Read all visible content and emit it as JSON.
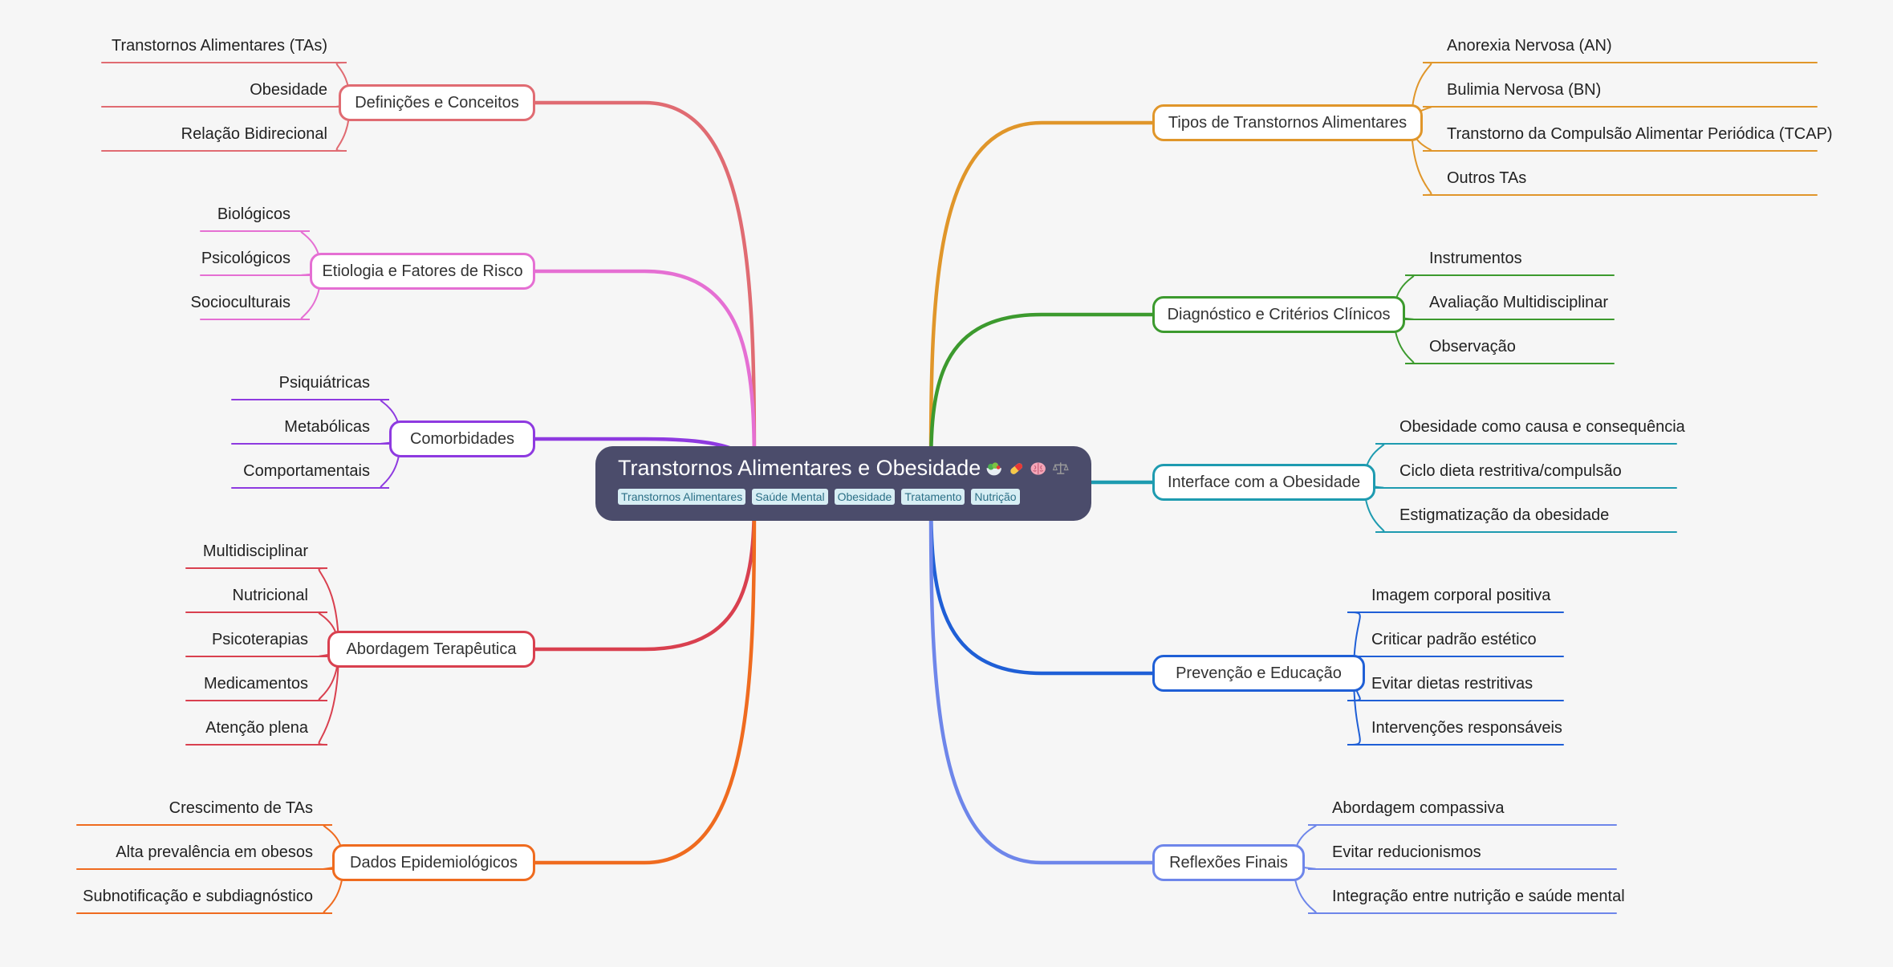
{
  "root": {
    "title": "Transtornos Alimentares e Obesidade",
    "emoji_icons": [
      "salad-icon",
      "pill-icon",
      "brain-icon",
      "scale-icon"
    ],
    "tags": [
      "Transtornos Alimentares",
      "Saúde Mental",
      "Obesidade",
      "Tratamento",
      "Nutrição"
    ]
  },
  "branches": [
    {
      "id": "definicoes",
      "side": "left",
      "color": "#e06b72",
      "label": "Definições e Conceitos",
      "children": [
        "Transtornos Alimentares (TAs)",
        "Obesidade",
        "Relação Bidirecional"
      ]
    },
    {
      "id": "etiologia",
      "side": "left",
      "color": "#e56fd3",
      "label": "Etiologia e Fatores de Risco",
      "children": [
        "Biológicos",
        "Psicológicos",
        "Socioculturais"
      ]
    },
    {
      "id": "comorbidades",
      "side": "left",
      "color": "#8e3ae0",
      "label": "Comorbidades",
      "children": [
        "Psiquiátricas",
        "Metabólicas",
        "Comportamentais"
      ]
    },
    {
      "id": "abordagem",
      "side": "left",
      "color": "#d9404f",
      "label": "Abordagem Terapêutica",
      "children": [
        "Multidisciplinar",
        "Nutricional",
        "Psicoterapias",
        "Medicamentos",
        "Atenção plena"
      ]
    },
    {
      "id": "dados",
      "side": "left",
      "color": "#ef6b1f",
      "label": "Dados Epidemiológicos",
      "children": [
        "Crescimento de TAs",
        "Alta prevalência em obesos",
        "Subnotificação e subdiagnóstico"
      ]
    },
    {
      "id": "tipos",
      "side": "right",
      "color": "#e0962a",
      "label": "Tipos de Transtornos Alimentares",
      "children": [
        "Anorexia Nervosa (AN)",
        "Bulimia Nervosa (BN)",
        "Transtorno da Compulsão Alimentar Periódica (TCAP)",
        "Outros TAs"
      ]
    },
    {
      "id": "diagnostico",
      "side": "right",
      "color": "#3c9a2e",
      "label": "Diagnóstico e Critérios Clínicos",
      "children": [
        "Instrumentos",
        "Avaliação Multidisciplinar",
        "Observação"
      ]
    },
    {
      "id": "interface",
      "side": "right",
      "color": "#1e9bb0",
      "label": "Interface com a Obesidade",
      "children": [
        "Obesidade como causa e consequência",
        "Ciclo dieta restritiva/compulsão",
        "Estigmatização da obesidade"
      ]
    },
    {
      "id": "prevencao",
      "side": "right",
      "color": "#1f5fd6",
      "label": "Prevenção e Educação",
      "children": [
        "Imagem corporal positiva",
        "Criticar padrão estético",
        "Evitar dietas restritivas",
        "Intervenções responsáveis"
      ]
    },
    {
      "id": "reflexoes",
      "side": "right",
      "color": "#6e86ea",
      "label": "Reflexões Finais",
      "children": [
        "Abordagem compassiva",
        "Evitar reducionismos",
        "Integração entre nutrição e saúde mental"
      ]
    }
  ]
}
